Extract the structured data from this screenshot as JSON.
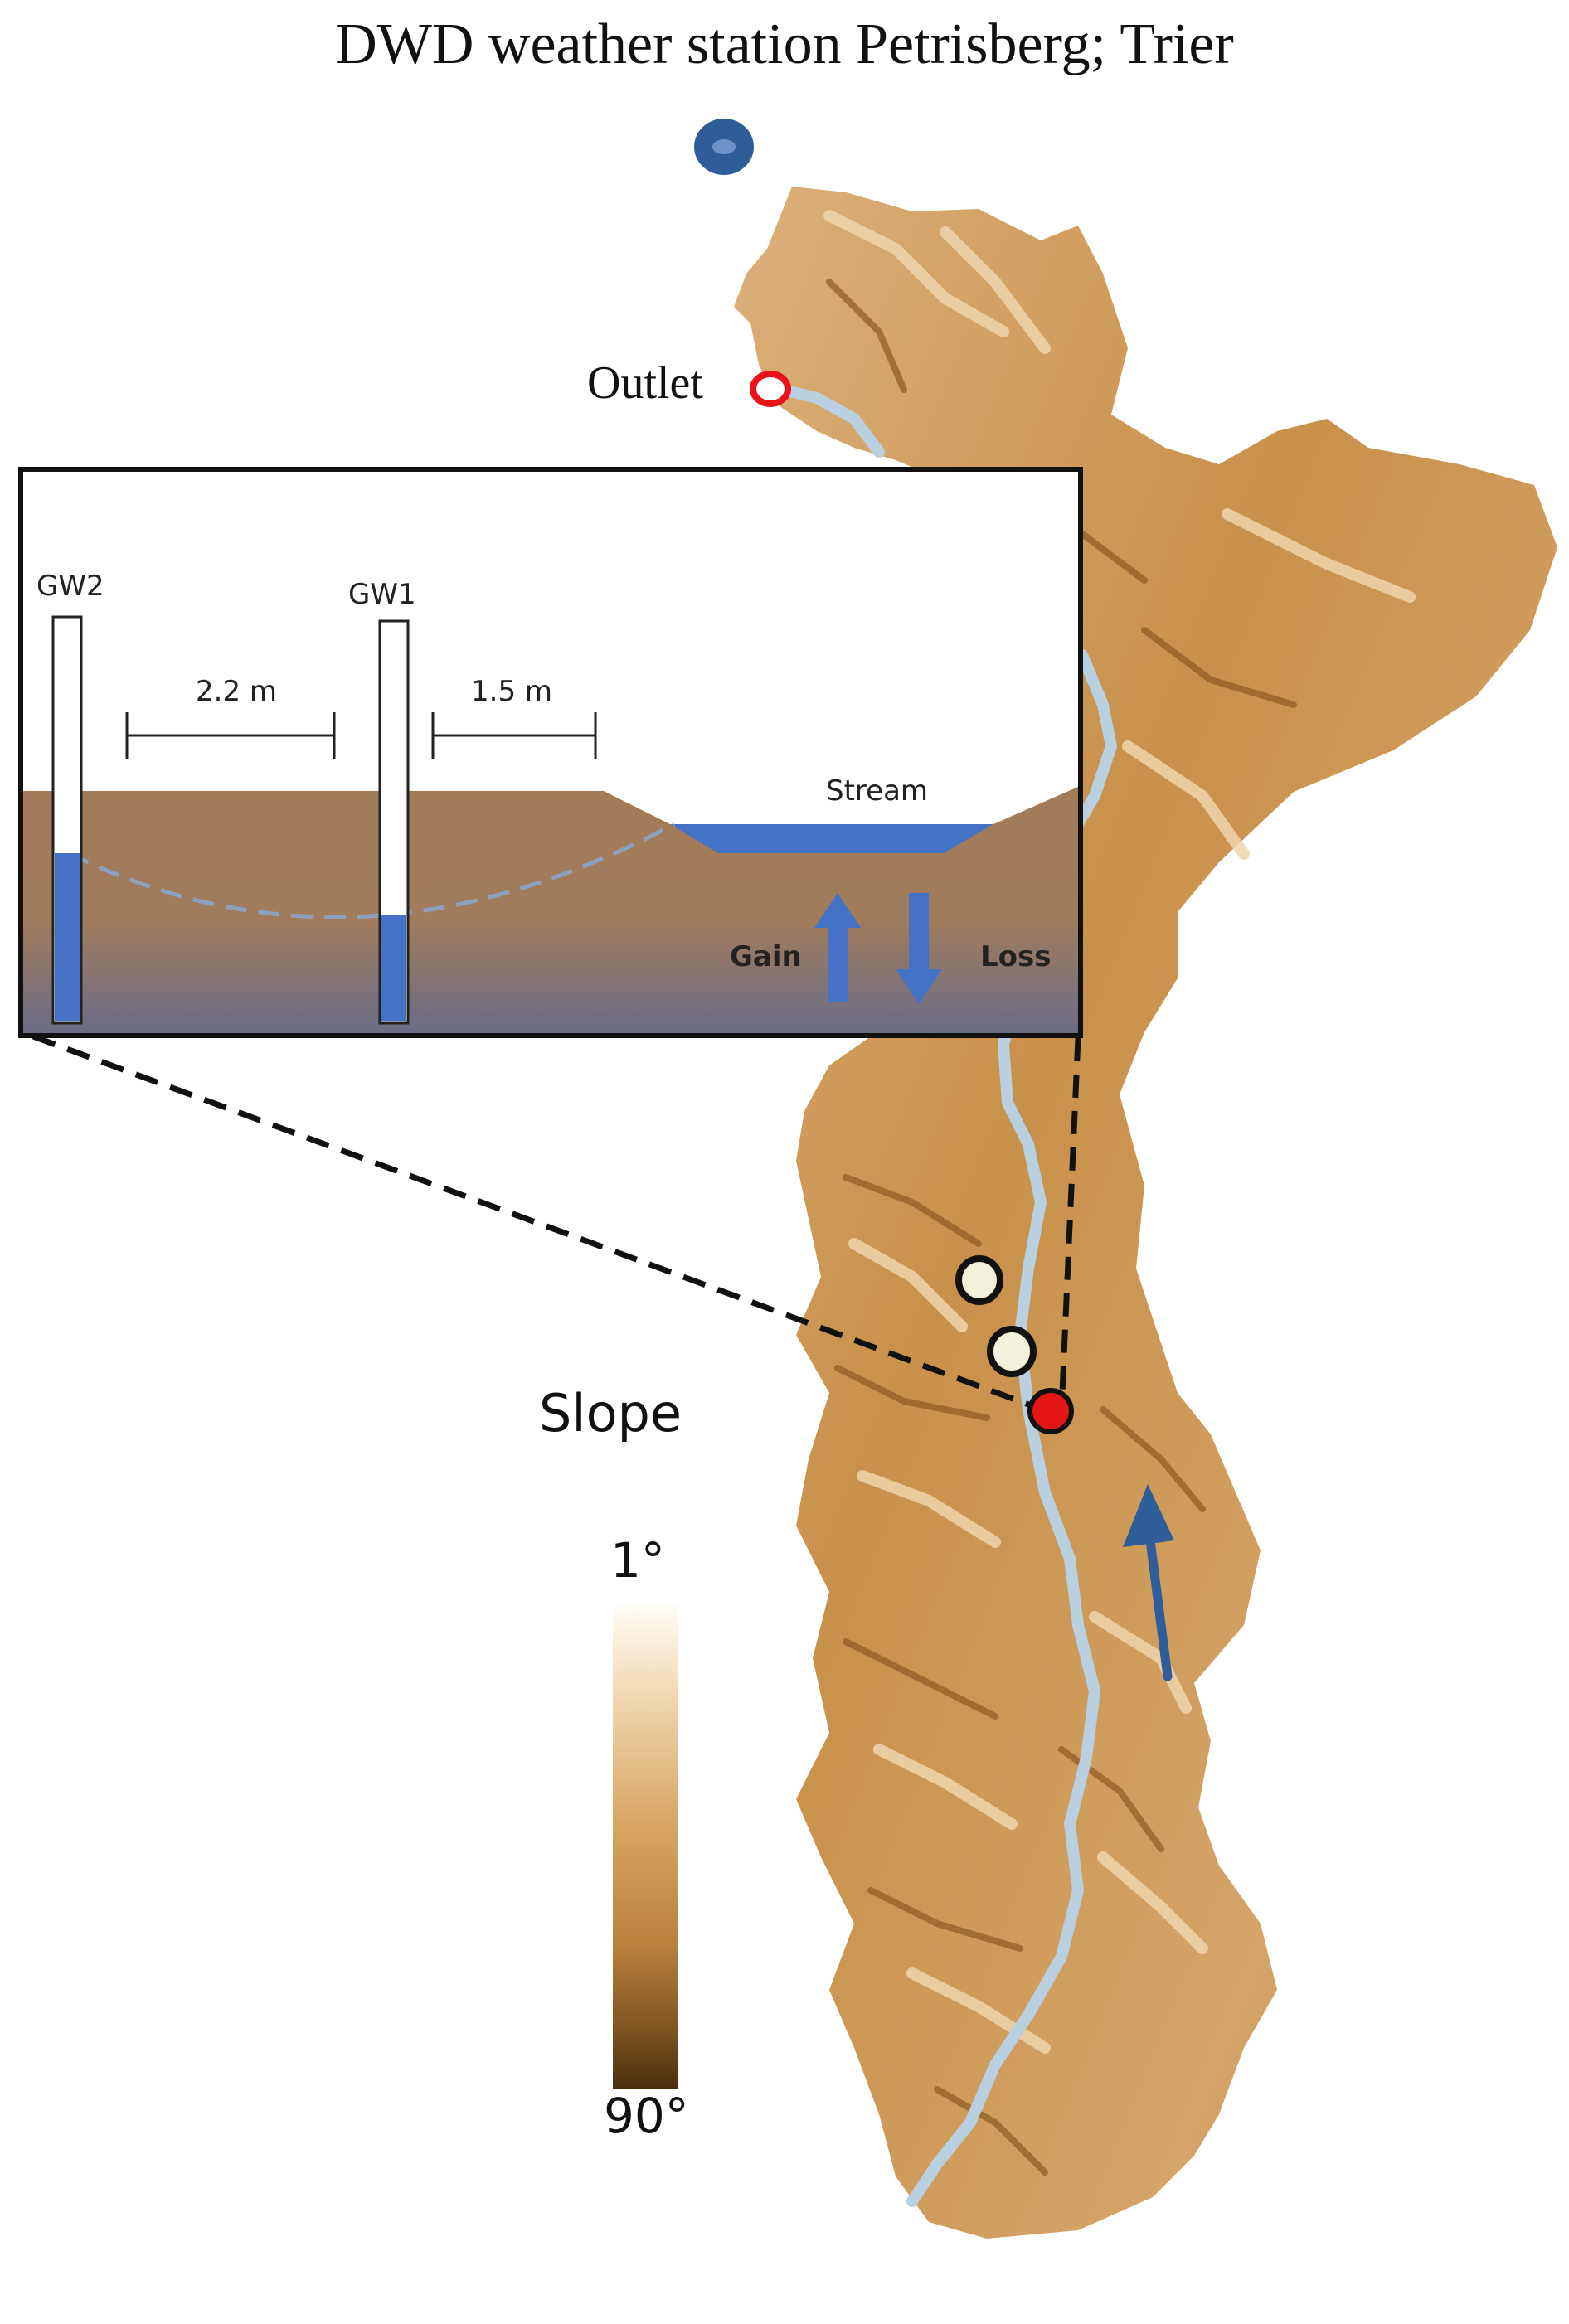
{
  "title": "DWD weather station Petrisberg; Trier",
  "map": {
    "outlet_label": "Outlet",
    "slope_label": "Slope",
    "colorbar": {
      "min_label": "1°",
      "max_label": "90°"
    },
    "colors": {
      "terrain": "#c8914b",
      "terrain_light": "#ecd2a6",
      "terrain_dark": "#8d5a22",
      "stream": "#b8d0e0",
      "weather_station": "#2f5d9a",
      "outlet": "#e8121b",
      "piezometer": "#f3f0dc",
      "study_site": "#e31515",
      "flow_arrow": "#2f5d9a"
    }
  },
  "inset": {
    "gw2_label": "GW2",
    "gw1_label": "GW1",
    "distance_gw2_gw1": "2.2 m",
    "distance_gw1_stream": "1.5 m",
    "stream_label": "Stream",
    "gain_label": "Gain",
    "loss_label": "Loss",
    "colors": {
      "soil": "#a27b59",
      "soil_deep": "#6a6c86",
      "water": "#4472c4",
      "well_tube": "#ffffff",
      "water_table": "#8fa0bd"
    }
  }
}
